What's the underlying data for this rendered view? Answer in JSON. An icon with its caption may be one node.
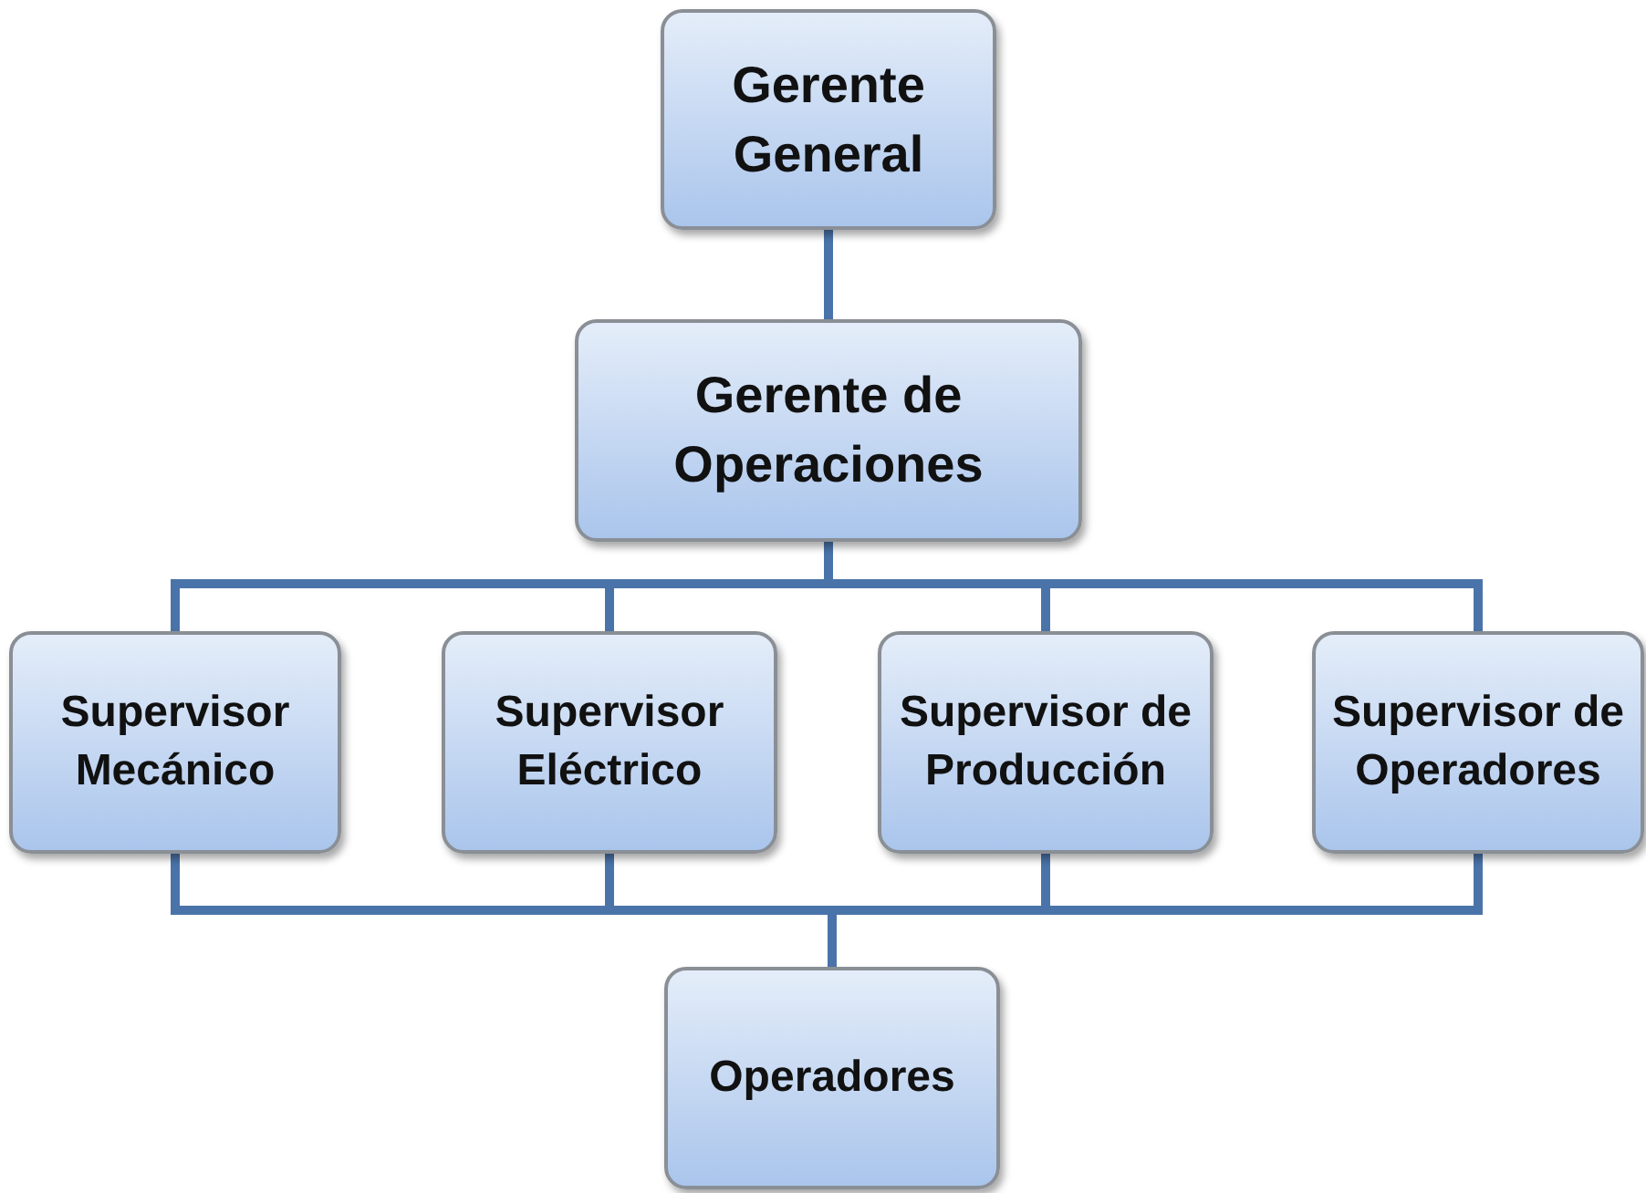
{
  "diagram": {
    "nodes": [
      {
        "text": [
          "Gerente General"
        ]
      },
      {
        "text": [
          "Gerente de Operaciones"
        ]
      },
      {
        "text": [
          "Supervisor Mecánico"
        ]
      },
      {
        "text": [
          "Supervisor Eléctrico"
        ]
      },
      {
        "text": [
          "Supervisor de Producción"
        ]
      },
      {
        "text": [
          "Supervisor de Operadores"
        ]
      },
      {
        "text": [
          "Operadores"
        ]
      }
    ],
    "edges": [
      {
        "from": 0,
        "to": 1,
        "arrow": "none"
      },
      {
        "from": 1,
        "to": 2,
        "arrow": "none"
      },
      {
        "from": 1,
        "to": 3,
        "arrow": "none"
      },
      {
        "from": 1,
        "to": 4,
        "arrow": "none"
      },
      {
        "from": 1,
        "to": 5,
        "arrow": "none"
      },
      {
        "from": 2,
        "to": 6,
        "arrow": "none"
      },
      {
        "from": 3,
        "to": 6,
        "arrow": "none"
      },
      {
        "from": 4,
        "to": 6,
        "arrow": "none"
      },
      {
        "from": 5,
        "to": 6,
        "arrow": "none"
      }
    ]
  }
}
